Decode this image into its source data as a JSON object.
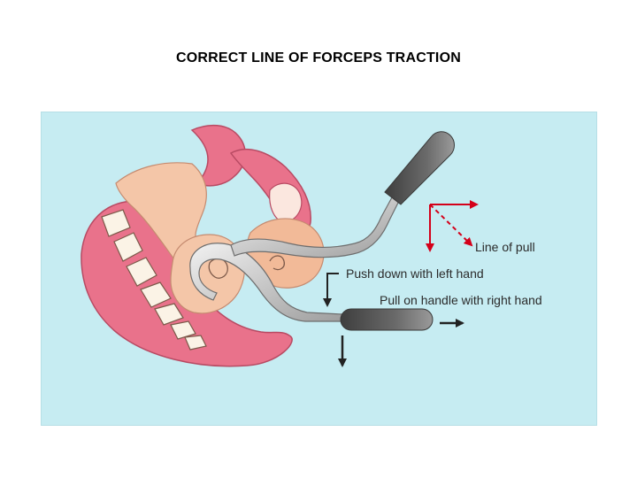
{
  "title": "CORRECT LINE OF FORCEPS TRACTION",
  "colors": {
    "background_panel": "#c6ecf2",
    "tissue_pink": "#e9728b",
    "skin": "#f4c6a8",
    "bone": "#fbf3e6",
    "forceps_dark": "#5a5a5a",
    "forceps_light": "#d9d9d9",
    "arrow_red": "#d4001a"
  },
  "labels": {
    "line_of_pull": "Line of pull",
    "push_down": "Push down with left hand",
    "pull_handle": "Pull on handle with right hand"
  }
}
